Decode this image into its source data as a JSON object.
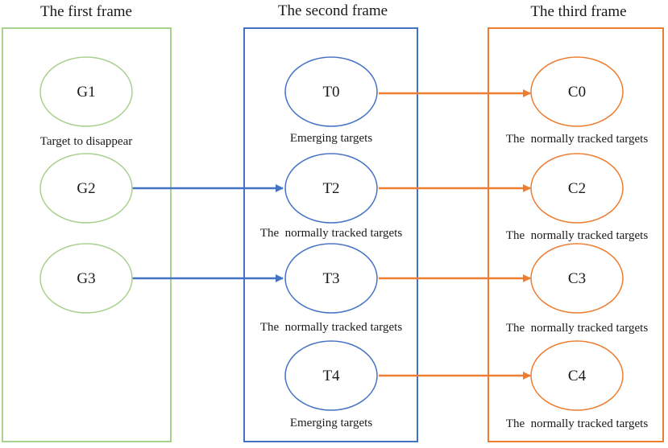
{
  "colors": {
    "first": "#a9d18e",
    "second": "#4472c4",
    "third": "#ed7d31",
    "text": "#1a1a1a"
  },
  "frames": {
    "first": {
      "title": "The first frame"
    },
    "second": {
      "title": "The second frame"
    },
    "third": {
      "title": "The third frame"
    }
  },
  "nodes": {
    "g1": {
      "label": "G1",
      "caption": "Target to disappear"
    },
    "g2": {
      "label": "G2"
    },
    "g3": {
      "label": "G3"
    },
    "t0": {
      "label": "T0",
      "caption": "Emerging targets"
    },
    "t2": {
      "label": "T2",
      "caption": "The  normally tracked targets"
    },
    "t3": {
      "label": "T3",
      "caption": "The  normally tracked targets"
    },
    "t4": {
      "label": "T4",
      "caption": "Emerging targets"
    },
    "c0": {
      "label": "C0",
      "caption": "The  normally tracked targets"
    },
    "c2": {
      "label": "C2",
      "caption": "The  normally tracked targets"
    },
    "c3": {
      "label": "C3",
      "caption": "The  normally tracked targets"
    },
    "c4": {
      "label": "C4",
      "caption": "The  normally tracked targets"
    }
  },
  "edges": [
    {
      "from": "G2",
      "to": "T2"
    },
    {
      "from": "G3",
      "to": "T3"
    },
    {
      "from": "T0",
      "to": "C0"
    },
    {
      "from": "T2",
      "to": "C2"
    },
    {
      "from": "T3",
      "to": "C3"
    },
    {
      "from": "T4",
      "to": "C4"
    }
  ]
}
